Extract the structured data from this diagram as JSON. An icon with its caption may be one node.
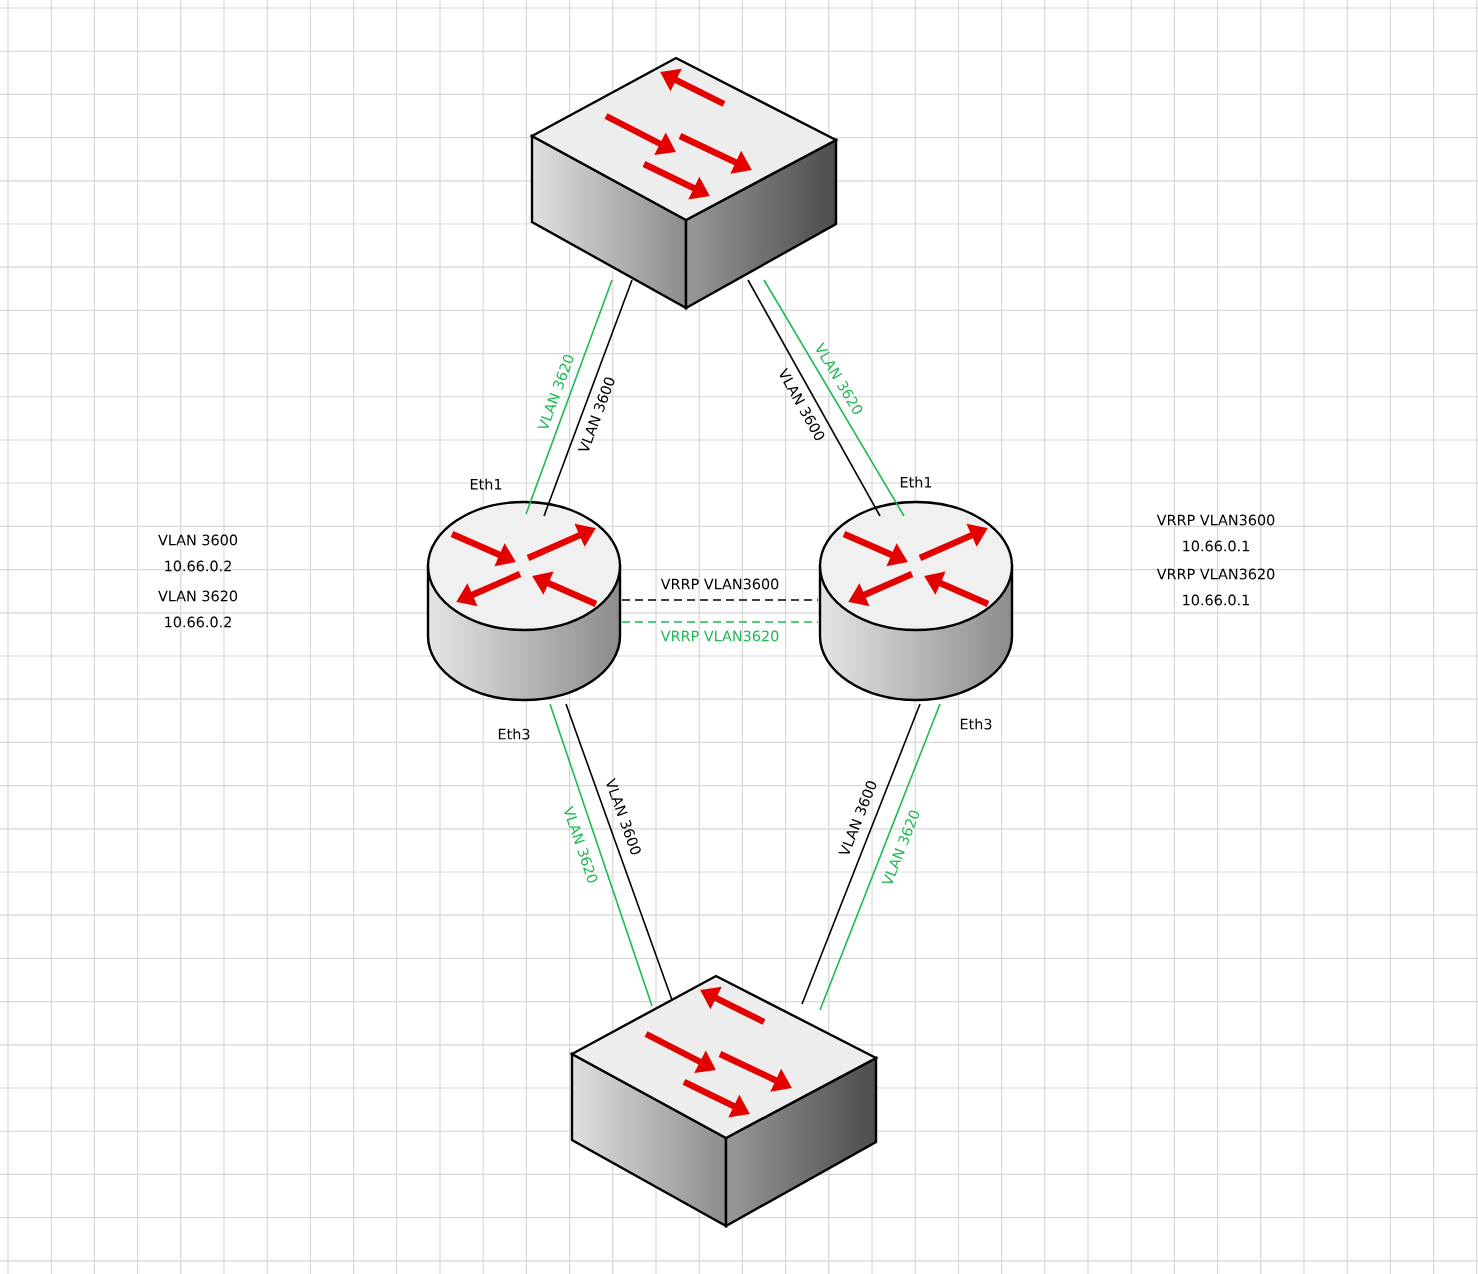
{
  "diagram": {
    "nodes": [
      {
        "text": [],
        "shape": "box"
      },
      {
        "text": [],
        "shape": "cylinder",
        "beside": [
          "Eth1",
          "Eth3",
          "VLAN 3600",
          "10.66.0.2",
          "VLAN 3620",
          "10.66.0.2"
        ]
      },
      {
        "text": [],
        "shape": "cylinder",
        "beside": [
          "Eth1",
          "Eth3",
          "VRRP VLAN3600",
          "10.66.0.1",
          "VRRP VLAN3620",
          "10.66.0.1"
        ]
      },
      {
        "text": [],
        "shape": "box"
      }
    ],
    "edges": [
      {
        "from": 0,
        "to": 1,
        "arrow": "none",
        "label": "VLAN 3600"
      },
      {
        "from": 0,
        "to": 1,
        "arrow": "none",
        "label": "VLAN 3620",
        "color": "#1db954"
      },
      {
        "from": 0,
        "to": 2,
        "arrow": "none",
        "label": "VLAN 3600"
      },
      {
        "from": 0,
        "to": 2,
        "arrow": "none",
        "label": "VLAN 3620",
        "color": "#1db954"
      },
      {
        "from": 1,
        "to": 2,
        "arrow": "none",
        "label": "VRRP VLAN3600",
        "style": "dashed"
      },
      {
        "from": 1,
        "to": 2,
        "arrow": "none",
        "label": "VRRP VLAN3620",
        "style": "dashed",
        "color": "#1db954"
      },
      {
        "from": 1,
        "to": 3,
        "arrow": "none",
        "label": "VLAN 3620",
        "color": "#1db954"
      },
      {
        "from": 1,
        "to": 3,
        "arrow": "none",
        "label": "VLAN 3600"
      },
      {
        "from": 2,
        "to": 3,
        "arrow": "none",
        "label": "VLAN 3600"
      },
      {
        "from": 2,
        "to": 3,
        "arrow": "none",
        "label": "VLAN 3620",
        "color": "#1db954"
      }
    ]
  }
}
